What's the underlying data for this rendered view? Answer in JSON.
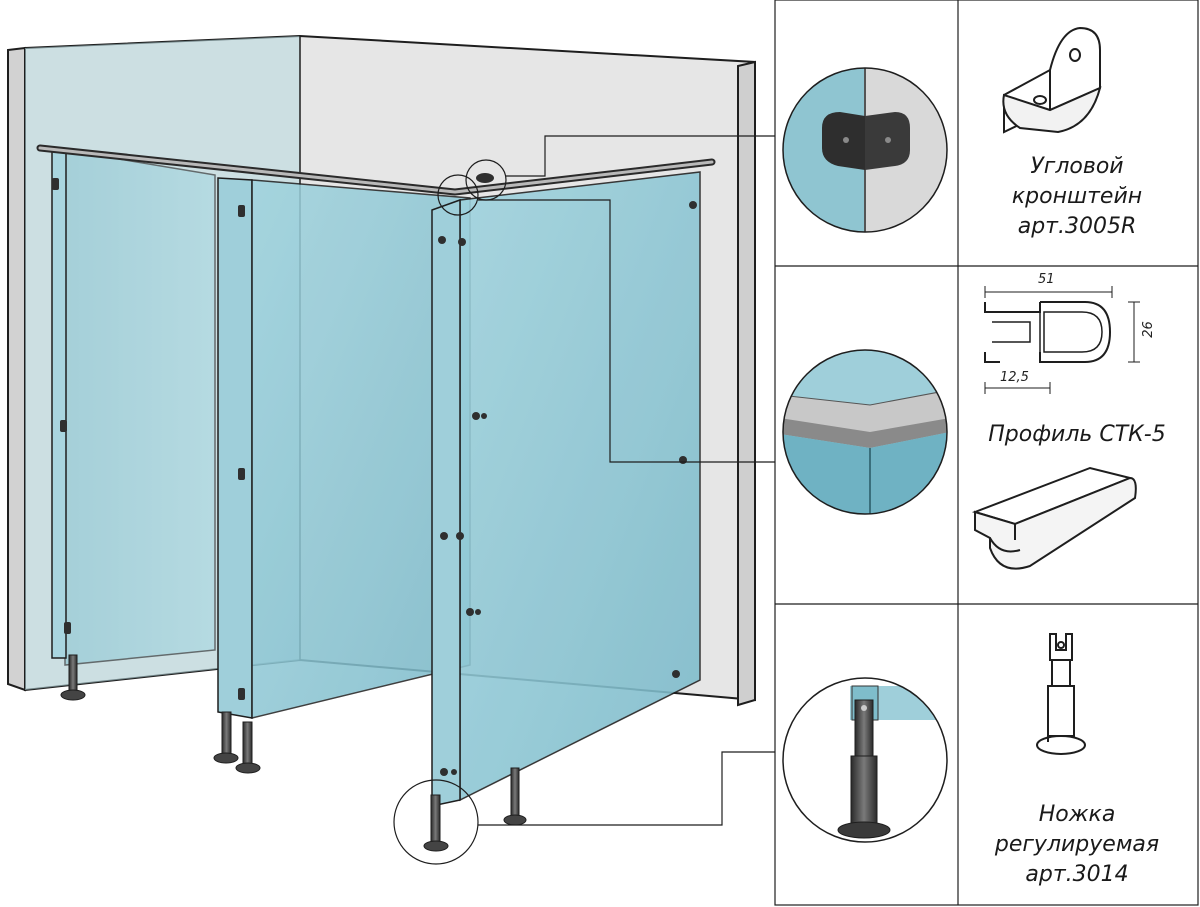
{
  "callouts": {
    "bracket": {
      "lines": [
        "Угловой",
        "кронштейн",
        "арт.3005R"
      ]
    },
    "profile": {
      "name": "Профиль СТК-5",
      "dim_width": "51",
      "dim_height": "26",
      "dim_slot": "12,5"
    },
    "leg": {
      "lines": [
        "Ножка",
        "регулируемая",
        "арт.3014"
      ]
    }
  },
  "colors": {
    "glass": "#8ec9d6",
    "glass_dark": "#6fb2c3",
    "wall": "#e4e4e4",
    "wall_side": "#cfcfcf",
    "metal": "#3a3a3a",
    "line": "#1e1e1e"
  }
}
